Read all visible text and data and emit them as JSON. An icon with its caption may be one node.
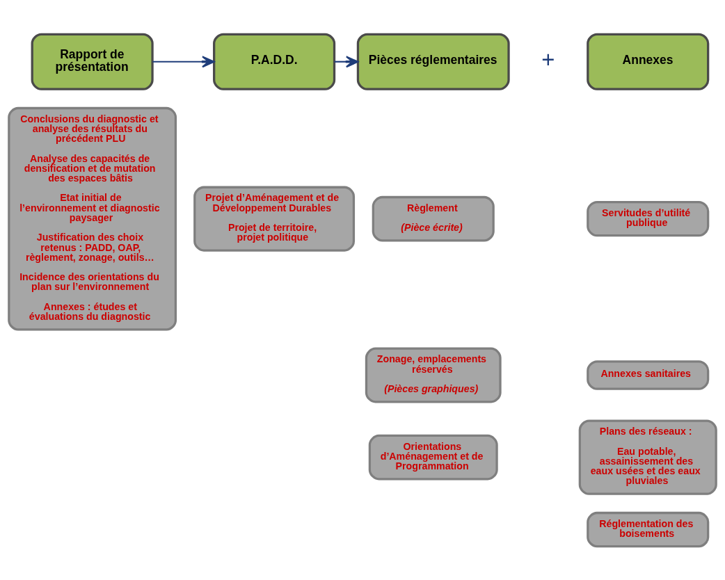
{
  "diagram": {
    "nodes": [
      {
        "text": [
          "Rapport de présentation"
        ]
      },
      {
        "text": [
          "P.A.D.D."
        ]
      },
      {
        "text": [
          "Pièces réglementaires"
        ]
      },
      {
        "text": [
          "Annexes"
        ]
      },
      {
        "text": [
          "Conclusions du diagnostic et analyse des résultats du précédent PLU",
          "Analyse des capacités de densification et de mutation des espaces bâtis",
          "Etat initial de l’environnement et diagnostic paysager",
          "Justification des choix retenus : PADD, OAP, règlement, zonage, outils…",
          "Incidence des orientations du plan sur l’environnement",
          "Annexes : études et évaluations du diagnostic"
        ]
      },
      {
        "text": [
          "Projet d’Aménagement et de Développement Durables",
          "Projet de territoire, projet politique"
        ]
      },
      {
        "text": [
          "Règlement",
          "(Pièce écrite)"
        ]
      },
      {
        "text": [
          "Zonage, emplacements réservés",
          "(Pièces graphiques)"
        ]
      },
      {
        "text": [
          "Orientations d’Aménagement et de Programmation"
        ]
      },
      {
        "text": [
          "Servitudes d’utilité publique"
        ]
      },
      {
        "text": [
          "Annexes sanitaires"
        ]
      },
      {
        "text": [
          "Plans des réseaux :",
          "Eau potable, assainissement des eaux usées et des eaux pluviales"
        ]
      },
      {
        "text": [
          "Réglementation des boisements"
        ]
      }
    ],
    "edges": [
      {
        "from": 0,
        "to": 1,
        "arrow": "to"
      },
      {
        "from": 1,
        "to": 2,
        "arrow": "to"
      }
    ],
    "labels": [
      "+"
    ]
  }
}
